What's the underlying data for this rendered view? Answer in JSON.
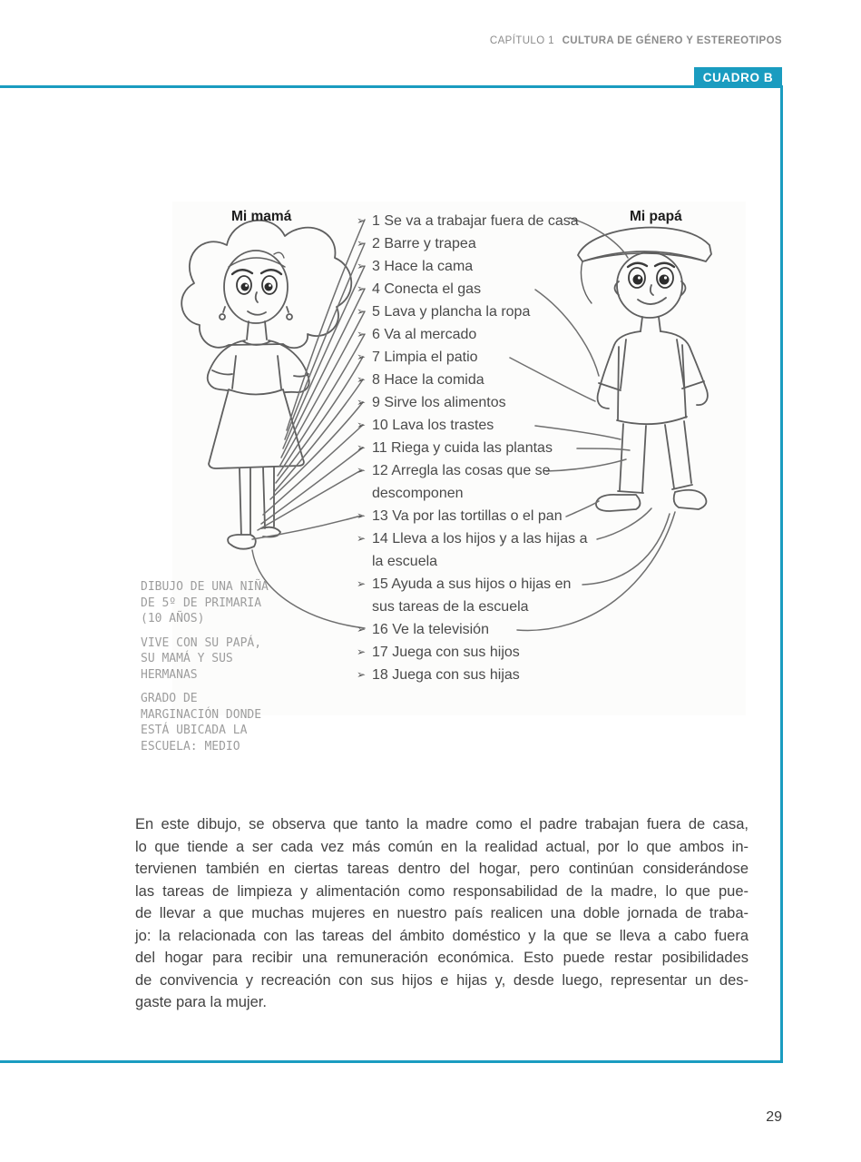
{
  "accent_color": "#1a9cc0",
  "header": {
    "chapter": "CAPÍTULO 1",
    "title": "CULTURA DE GÉNERO Y ESTEREOTIPOS"
  },
  "badge": "CUADRO B",
  "drawing": {
    "mom_label": "Mi mamá",
    "dad_label": "Mi papá",
    "bullet": "➢",
    "tasks": [
      "1 Se va a trabajar fuera de casa",
      "2 Barre y trapea",
      "3 Hace la cama",
      "4 Conecta el gas",
      "5 Lava y plancha la ropa",
      "6 Va al mercado",
      "7 Limpia el patio",
      "8 Hace la comida",
      "9 Sirve los alimentos",
      "10 Lava los trastes",
      "11 Riega y cuida las plantas",
      "12 Arregla las cosas que se\ndescomponen",
      "13 Va por las tortillas o el pan",
      "14 Lleva a los hijos y a las hijas a\nla escuela",
      "15 Ayuda a sus hijos o hijas en\nsus tareas de la escuela",
      "16 Ve la televisión",
      "17 Juega con sus hijos",
      "18 Juega con sus hijas"
    ]
  },
  "caption": [
    "DIBUJO DE UNA NIÑA DE 5º DE PRIMARIA (10 AÑOS)",
    "VIVE CON SU PAPÁ, SU MAMÁ Y SUS HERMANAS",
    "GRADO DE MARGINACIÓN DONDE ESTÁ UBICADA LA ESCUELA: MEDIO"
  ],
  "paragraph_lines": [
    "En este dibujo, se observa que tanto la madre como el padre trabajan fuera de casa,",
    "lo que tiende a ser cada vez más común en la realidad actual, por lo que ambos in-",
    "tervienen también en ciertas tareas dentro del hogar, pero continúan considerándose",
    "las tareas de limpieza y alimentación como responsabilidad de la madre, lo que pue-",
    "de llevar a que muchas mujeres en nuestro país realicen una doble jornada de traba-",
    "jo: la relacionada con las tareas del ámbito doméstico y la que se lleva a cabo fuera",
    "del hogar para recibir una remuneración económica. Esto puede restar posibilidades",
    "de convivencia y recreación con sus hijos e hijas y, desde luego, representar un des-",
    "gaste para la mujer."
  ],
  "page_number": "29"
}
